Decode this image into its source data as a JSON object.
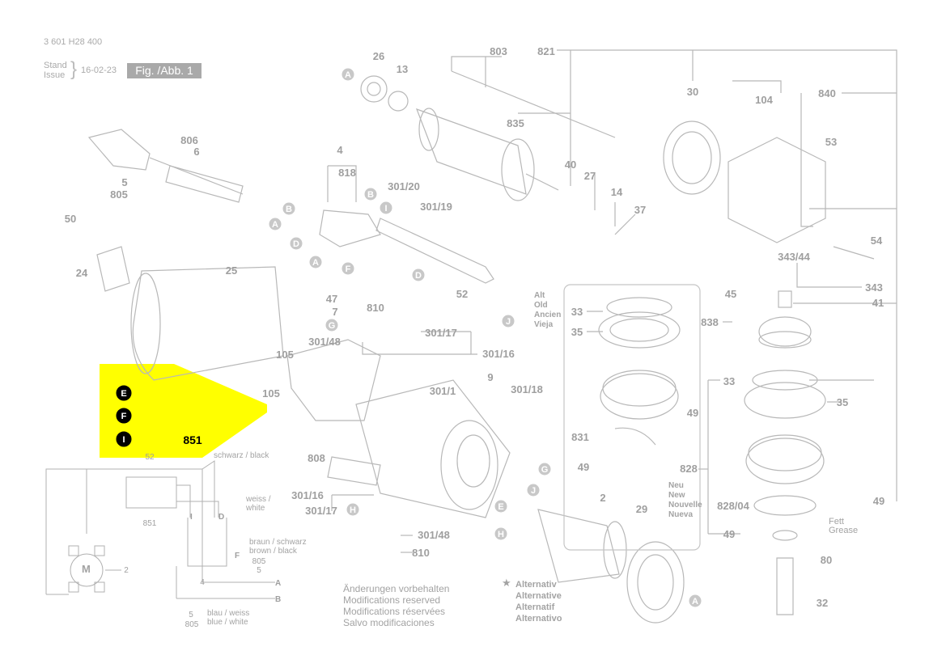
{
  "header": {
    "doc_number": "3 601 H28 400",
    "stand": "Stand",
    "issue": "Issue",
    "date": "16-02-23",
    "figure": "Fig. /Abb. 1"
  },
  "notes": {
    "line1": "Änderungen vorbehalten",
    "line2": "Modifications reserved",
    "line3": "Modifications réservées",
    "line4": "Salvo modificaciones"
  },
  "alternativ": {
    "star": "★",
    "line1": "Alternativ",
    "line2": "Alternative",
    "line3": "Alternatif",
    "line4": "Alternativo"
  },
  "old_labels": [
    "Alt",
    "Old",
    "Ancien",
    "Vieja"
  ],
  "new_labels": [
    "Neu",
    "New",
    "Nouvelle",
    "Nueva"
  ],
  "wiring": {
    "schwarz": "schwarz / black",
    "weiss": "weiss /",
    "white": "white",
    "braun1": "braun / schwarz",
    "braun2": "brown / black",
    "blau1": "blau / weiss",
    "blau2": "blue / white",
    "fett": "Fett",
    "grease": "Grease",
    "motor": "M"
  },
  "callouts": [
    {
      "id": "c1",
      "text": "26"
    },
    {
      "id": "c2",
      "text": "13"
    },
    {
      "id": "c3",
      "text": "803"
    },
    {
      "id": "c4",
      "text": "821"
    },
    {
      "id": "c5",
      "text": "30"
    },
    {
      "id": "c6",
      "text": "104"
    },
    {
      "id": "c7",
      "text": "840"
    },
    {
      "id": "c8",
      "text": "835"
    },
    {
      "id": "c9",
      "text": "806"
    },
    {
      "id": "c10",
      "text": "6"
    },
    {
      "id": "c11",
      "text": "5"
    },
    {
      "id": "c12",
      "text": "805"
    },
    {
      "id": "c13",
      "text": "4"
    },
    {
      "id": "c14",
      "text": "818"
    },
    {
      "id": "c15",
      "text": "301/20"
    },
    {
      "id": "c16",
      "text": "301/19"
    },
    {
      "id": "c17",
      "text": "40"
    },
    {
      "id": "c18",
      "text": "27"
    },
    {
      "id": "c19",
      "text": "14"
    },
    {
      "id": "c20",
      "text": "37"
    },
    {
      "id": "c21",
      "text": "53"
    },
    {
      "id": "c22",
      "text": "54"
    },
    {
      "id": "c23",
      "text": "343/44"
    },
    {
      "id": "c24",
      "text": "343"
    },
    {
      "id": "c25",
      "text": "41"
    },
    {
      "id": "c26",
      "text": "45"
    },
    {
      "id": "c27",
      "text": "50"
    },
    {
      "id": "c28",
      "text": "24"
    },
    {
      "id": "c29",
      "text": "25"
    },
    {
      "id": "c30",
      "text": "47"
    },
    {
      "id": "c31",
      "text": "7"
    },
    {
      "id": "c32",
      "text": "810"
    },
    {
      "id": "c33",
      "text": "52"
    },
    {
      "id": "c34",
      "text": "301/17"
    },
    {
      "id": "c35",
      "text": "301/16"
    },
    {
      "id": "c36",
      "text": "301/48"
    },
    {
      "id": "c37",
      "text": "105"
    },
    {
      "id": "c38",
      "text": "105"
    },
    {
      "id": "c39",
      "text": "9"
    },
    {
      "id": "c40",
      "text": "301/1"
    },
    {
      "id": "c41",
      "text": "301/18"
    },
    {
      "id": "c42",
      "text": "33"
    },
    {
      "id": "c43",
      "text": "35"
    },
    {
      "id": "c44",
      "text": "838"
    },
    {
      "id": "c45",
      "text": "49"
    },
    {
      "id": "c46",
      "text": "831"
    },
    {
      "id": "c47",
      "text": "49"
    },
    {
      "id": "c48",
      "text": "33"
    },
    {
      "id": "c49",
      "text": "35"
    },
    {
      "id": "c50",
      "text": "828"
    },
    {
      "id": "c51",
      "text": "828/04"
    },
    {
      "id": "c52",
      "text": "49"
    },
    {
      "id": "c53",
      "text": "49"
    },
    {
      "id": "c54",
      "text": "80"
    },
    {
      "id": "c55",
      "text": "32"
    },
    {
      "id": "c56",
      "text": "808"
    },
    {
      "id": "c57",
      "text": "301/16"
    },
    {
      "id": "c58",
      "text": "301/17"
    },
    {
      "id": "c59",
      "text": "301/48"
    },
    {
      "id": "c60",
      "text": "810"
    },
    {
      "id": "c61",
      "text": "2"
    },
    {
      "id": "c62",
      "text": "29"
    },
    {
      "id": "c63",
      "text": "851"
    },
    {
      "id": "c64",
      "text": "52"
    },
    {
      "id": "c65",
      "text": "851"
    },
    {
      "id": "c66",
      "text": "2"
    },
    {
      "id": "c67",
      "text": "4"
    },
    {
      "id": "c68",
      "text": "805"
    },
    {
      "id": "c69",
      "text": "5"
    },
    {
      "id": "c70",
      "text": "5"
    },
    {
      "id": "c71",
      "text": "805"
    }
  ],
  "letters": [
    {
      "id": "l1",
      "text": "A"
    },
    {
      "id": "l2",
      "text": "B"
    },
    {
      "id": "l3",
      "text": "A"
    },
    {
      "id": "l4",
      "text": "B"
    },
    {
      "id": "l5",
      "text": "I"
    },
    {
      "id": "l6",
      "text": "D"
    },
    {
      "id": "l7",
      "text": "A"
    },
    {
      "id": "l8",
      "text": "F"
    },
    {
      "id": "l9",
      "text": "D"
    },
    {
      "id": "l10",
      "text": "G"
    },
    {
      "id": "l11",
      "text": "J"
    },
    {
      "id": "l12",
      "text": "G"
    },
    {
      "id": "l13",
      "text": "J"
    },
    {
      "id": "l14",
      "text": "E"
    },
    {
      "id": "l15",
      "text": "H"
    },
    {
      "id": "l16",
      "text": "H"
    },
    {
      "id": "l17",
      "text": "A"
    },
    {
      "id": "l18",
      "text": "E"
    },
    {
      "id": "l19",
      "text": "F"
    },
    {
      "id": "l20",
      "text": "I"
    }
  ],
  "wire_letters": [
    {
      "id": "w1",
      "text": "I"
    },
    {
      "id": "w2",
      "text": "D"
    },
    {
      "id": "w3",
      "text": "F"
    },
    {
      "id": "w4",
      "text": "A"
    },
    {
      "id": "w5",
      "text": "B"
    }
  ],
  "colors": {
    "line": "#b5b5b5",
    "text": "#a3a3a3",
    "highlight": "#ffff00",
    "badge": "#000000",
    "figbox": "#a9a9a9"
  }
}
